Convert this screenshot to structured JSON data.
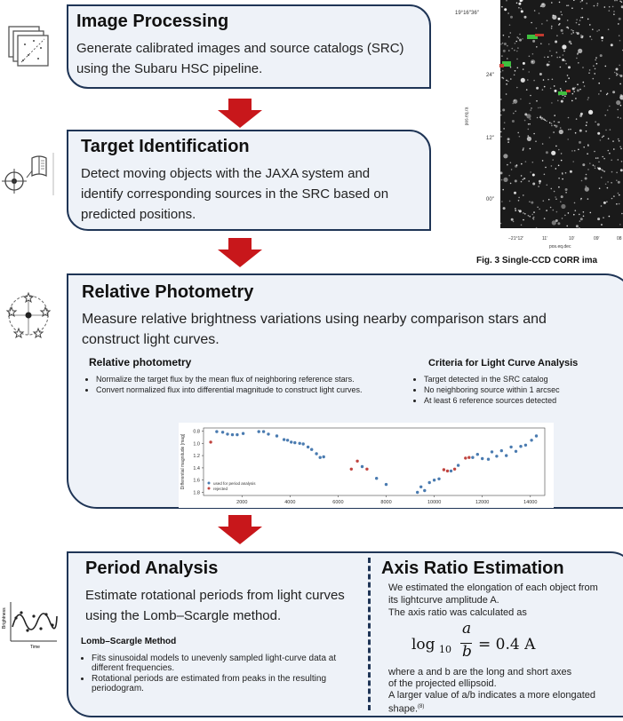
{
  "step1": {
    "title": "Image Processing",
    "body": [
      "Generate calibrated images and source catalogs (SRC)",
      "using the Subaru HSC pipeline."
    ]
  },
  "step2": {
    "title": "Target Identification",
    "body": [
      "Detect moving objects with the JAXA system and",
      "identify corresponding sources in the SRC based on",
      "predicted positions."
    ]
  },
  "step3": {
    "title": "Relative Photometry",
    "body": [
      "Measure relative brightness variations using nearby comparison stars and",
      "construct light curves."
    ],
    "left_heading": "Relative photometry",
    "left_bullets": [
      "Normalize the target flux by the mean flux of neighboring reference stars.",
      "Convert normalized flux into differential magnitude to construct light curves."
    ],
    "right_heading": "Criteria for Light Curve Analysis",
    "right_bullets": [
      "Target detected in the SRC catalog",
      "No neighboring source within 1 arcsec",
      "At least 6 reference sources detected"
    ]
  },
  "step4": {
    "title": "Period Analysis",
    "body": [
      "Estimate rotational periods from light curves",
      "using the Lomb–Scargle method."
    ],
    "method_heading": "Lomb–Scargle Method",
    "bullets": [
      "Fits sinusoidal models to unevenly sampled light-curve data at different frequencies.",
      "Rotational periods are estimated from peaks in the resulting periodogram."
    ]
  },
  "step5": {
    "title": "Axis Ratio Estimation",
    "lines": [
      "We estimated the elongation of each object from",
      "its lightcurve amplitude A.",
      "The axis ratio was calculated as"
    ],
    "formula_lhs": "log",
    "formula_sub": "10",
    "formula_num": "a",
    "formula_den": "b",
    "formula_rhs": "= 0.4 A",
    "after": [
      "where a and b are the long and short axes",
      "of the projected ellipsoid.",
      "A larger value of a/b indicates a more elongated",
      "shape."
    ],
    "ref": "(8)"
  },
  "figure3": {
    "caption": "Fig. 3  Single-CCD CORR ima",
    "ylabel": "pos.eq.ra",
    "xlabel": "pos.eq.dec",
    "yticks": [
      "19°16′′36″",
      "24″",
      "12″",
      "00″"
    ],
    "xticks": [
      "−21°12′",
      "11′",
      "10′",
      "09′",
      "08"
    ]
  },
  "chart_data": {
    "type": "scatter",
    "xlabel": "",
    "ylabel": "Differential magnitude [mag]",
    "xlim": [
      400,
      14600
    ],
    "ylim": [
      1.85,
      0.75
    ],
    "xticks": [
      "2000",
      "4000",
      "6000",
      "8000",
      "10000",
      "12000",
      "14000"
    ],
    "yticks": [
      "0.8",
      "1.0",
      "1.2",
      "1.4",
      "1.6",
      "1.8"
    ],
    "series": [
      {
        "name": "used for period analysis",
        "color": "#4a7bb0",
        "points": [
          [
            950,
            0.81
          ],
          [
            1200,
            0.82
          ],
          [
            1400,
            0.85
          ],
          [
            1600,
            0.86
          ],
          [
            1800,
            0.86
          ],
          [
            2050,
            0.84
          ],
          [
            2700,
            0.81
          ],
          [
            2900,
            0.81
          ],
          [
            3100,
            0.85
          ],
          [
            3450,
            0.88
          ],
          [
            3750,
            0.94
          ],
          [
            3900,
            0.95
          ],
          [
            4050,
            0.98
          ],
          [
            4200,
            0.99
          ],
          [
            4400,
            1.0
          ],
          [
            4550,
            1.01
          ],
          [
            4750,
            1.06
          ],
          [
            4900,
            1.1
          ],
          [
            5100,
            1.17
          ],
          [
            5250,
            1.23
          ],
          [
            5400,
            1.22
          ],
          [
            7000,
            1.38
          ],
          [
            7600,
            1.57
          ],
          [
            8000,
            1.67
          ],
          [
            9300,
            1.8
          ],
          [
            9450,
            1.71
          ],
          [
            9600,
            1.77
          ],
          [
            9800,
            1.64
          ],
          [
            10000,
            1.6
          ],
          [
            10200,
            1.58
          ],
          [
            10700,
            1.45
          ],
          [
            11000,
            1.36
          ],
          [
            11600,
            1.23
          ],
          [
            11800,
            1.18
          ],
          [
            12000,
            1.25
          ],
          [
            12250,
            1.26
          ],
          [
            12400,
            1.14
          ],
          [
            12600,
            1.21
          ],
          [
            12800,
            1.12
          ],
          [
            13000,
            1.2
          ],
          [
            13200,
            1.06
          ],
          [
            13400,
            1.13
          ],
          [
            13600,
            1.05
          ],
          [
            13800,
            1.03
          ],
          [
            14050,
            0.95
          ],
          [
            14250,
            0.88
          ]
        ]
      },
      {
        "name": "rejected",
        "color": "#c0443f",
        "points": [
          [
            700,
            0.98
          ],
          [
            6550,
            1.42
          ],
          [
            6800,
            1.29
          ],
          [
            7200,
            1.42
          ],
          [
            10400,
            1.43
          ],
          [
            10550,
            1.45
          ],
          [
            10850,
            1.42
          ],
          [
            11300,
            1.24
          ],
          [
            11450,
            1.23
          ]
        ]
      }
    ],
    "legend": "bottom-left"
  }
}
